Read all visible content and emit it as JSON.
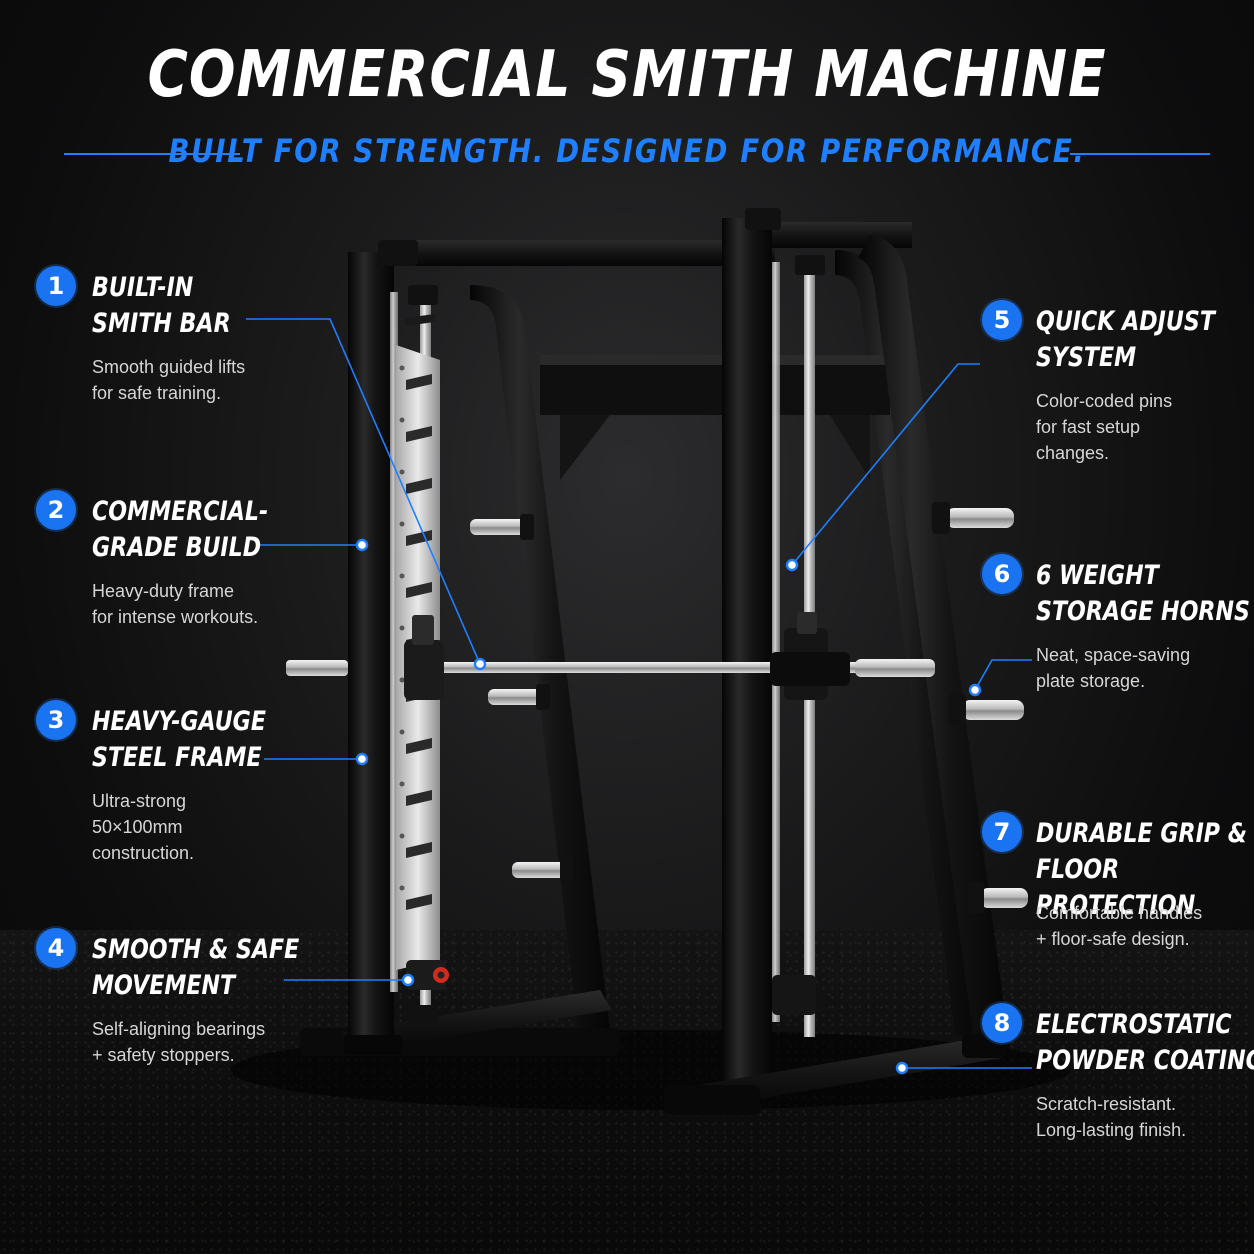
{
  "header": {
    "title": "COMMERCIAL SMITH MACHINE",
    "subtitle": "BUILT FOR STRENGTH. DESIGNED FOR PERFORMANCE."
  },
  "colors": {
    "accent": "#1e7fff",
    "badge": "#1a73f0",
    "frame": "#111111",
    "chrome": "#c8c8c8"
  },
  "features": [
    {
      "number": "1",
      "title": "BUILT-IN\nSMITH BAR",
      "description": "Smooth guided lifts\nfor safe training."
    },
    {
      "number": "2",
      "title": "COMMERCIAL-\nGRADE BUILD",
      "description": "Heavy-duty frame\nfor intense workouts."
    },
    {
      "number": "3",
      "title": "HEAVY-GAUGE\nSTEEL FRAME",
      "description": "Ultra-strong\n50×100mm\nconstruction."
    },
    {
      "number": "4",
      "title": "SMOOTH & SAFE\nMOVEMENT",
      "description": "Self-aligning bearings\n+ safety stoppers."
    },
    {
      "number": "5",
      "title": "QUICK ADJUST\nSYSTEM",
      "description": "Color-coded pins\nfor fast setup\nchanges."
    },
    {
      "number": "6",
      "title": "6 WEIGHT\nSTORAGE HORNS",
      "description": "Neat, space-saving\nplate storage."
    },
    {
      "number": "7",
      "title": "DURABLE GRIP &\nFLOOR PROTECTION",
      "description": "Comfortable handles\n+ floor-safe design."
    },
    {
      "number": "8",
      "title": "ELECTROSTATIC\nPOWDER COATING",
      "description": "Scratch-resistant.\nLong-lasting finish."
    }
  ]
}
